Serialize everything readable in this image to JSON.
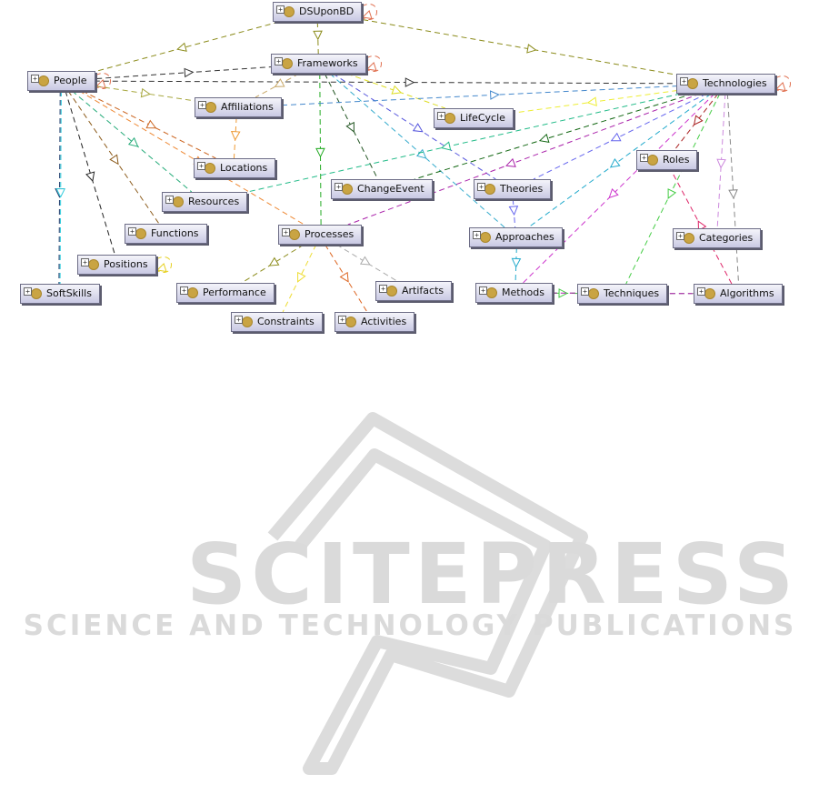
{
  "colors": {
    "node_fill_top": "#f4f4fa",
    "node_fill_bottom": "#c9c9e3",
    "node_border": "#6d6d86",
    "node_dot": "#c9a443",
    "watermark": "#dadada"
  },
  "icons": {
    "expand": "plus-box-icon",
    "class": "class-circle-icon"
  },
  "expand_glyph": "+",
  "watermark": {
    "line1": "SCITEPRESS",
    "line2": "SCIENCE AND TECHNOLOGY PUBLICATIONS"
  },
  "nodes": [
    {
      "id": "dsuponbd",
      "label": "DSUponBD"
    },
    {
      "id": "frameworks",
      "label": "Frameworks"
    },
    {
      "id": "people",
      "label": "People"
    },
    {
      "id": "technologies",
      "label": "Technologies"
    },
    {
      "id": "affiliations",
      "label": "Affiliations"
    },
    {
      "id": "lifecycle",
      "label": "LifeCycle"
    },
    {
      "id": "locations",
      "label": "Locations"
    },
    {
      "id": "roles",
      "label": "Roles"
    },
    {
      "id": "resources",
      "label": "Resources"
    },
    {
      "id": "changeevent",
      "label": "ChangeEvent"
    },
    {
      "id": "theories",
      "label": "Theories"
    },
    {
      "id": "functions",
      "label": "Functions"
    },
    {
      "id": "processes",
      "label": "Processes"
    },
    {
      "id": "approaches",
      "label": "Approaches"
    },
    {
      "id": "categories",
      "label": "Categories"
    },
    {
      "id": "positions",
      "label": "Positions"
    },
    {
      "id": "softskills",
      "label": "SoftSkills"
    },
    {
      "id": "performance",
      "label": "Performance"
    },
    {
      "id": "artifacts",
      "label": "Artifacts"
    },
    {
      "id": "methods",
      "label": "Methods"
    },
    {
      "id": "techniques",
      "label": "Techniques"
    },
    {
      "id": "algorithms",
      "label": "Algorithms"
    },
    {
      "id": "constraints",
      "label": "Constraints"
    },
    {
      "id": "activities",
      "label": "Activities"
    }
  ],
  "edges": [
    {
      "from": "dsuponbd",
      "to": "people",
      "color": "#8b8b1a"
    },
    {
      "from": "dsuponbd",
      "to": "frameworks",
      "color": "#8b8b1a"
    },
    {
      "from": "dsuponbd",
      "to": "technologies",
      "color": "#8b8b1a"
    },
    {
      "from": "dsuponbd",
      "to": "dsuponbd",
      "color": "#e07050"
    },
    {
      "from": "frameworks",
      "to": "frameworks",
      "color": "#e07050"
    },
    {
      "from": "people",
      "to": "people",
      "color": "#e07050"
    },
    {
      "from": "technologies",
      "to": "technologies",
      "color": "#e07050"
    },
    {
      "from": "positions",
      "to": "positions",
      "color": "#e6d020"
    },
    {
      "from": "people",
      "to": "frameworks",
      "color": "#333333"
    },
    {
      "from": "people",
      "to": "technologies",
      "color": "#333333"
    },
    {
      "from": "people",
      "to": "affiliations",
      "color": "#a8a840"
    },
    {
      "from": "people",
      "to": "locations",
      "color": "#cc6622"
    },
    {
      "from": "people",
      "to": "resources",
      "color": "#22aa77"
    },
    {
      "from": "people",
      "to": "functions",
      "color": "#8b5a1a"
    },
    {
      "from": "people",
      "to": "positions",
      "color": "#222222"
    },
    {
      "from": "people",
      "to": "softskills",
      "color": "#1a3a6b"
    },
    {
      "from": "people",
      "to": "softskills",
      "color": "#33ccdd"
    },
    {
      "from": "people",
      "to": "processes",
      "color": "#ee8833"
    },
    {
      "from": "frameworks",
      "to": "affiliations",
      "color": "#c8a868"
    },
    {
      "from": "frameworks",
      "to": "lifecycle",
      "color": "#dddd22"
    },
    {
      "from": "frameworks",
      "to": "changeevent",
      "color": "#225522"
    },
    {
      "from": "frameworks",
      "to": "theories",
      "color": "#5555dd"
    },
    {
      "from": "frameworks",
      "to": "approaches",
      "color": "#33aacc"
    },
    {
      "from": "frameworks",
      "to": "processes",
      "color": "#22aa22"
    },
    {
      "from": "affiliations",
      "to": "locations",
      "color": "#ee9933"
    },
    {
      "from": "affiliations",
      "to": "technologies",
      "color": "#4488cc"
    },
    {
      "from": "technologies",
      "to": "lifecycle",
      "color": "#eeee33"
    },
    {
      "from": "technologies",
      "to": "resources",
      "color": "#22bb88"
    },
    {
      "from": "technologies",
      "to": "changeevent",
      "color": "#116611"
    },
    {
      "from": "technologies",
      "to": "theories",
      "color": "#6666ee"
    },
    {
      "from": "technologies",
      "to": "approaches",
      "color": "#22aacc"
    },
    {
      "from": "technologies",
      "to": "roles",
      "color": "#aa2222"
    },
    {
      "from": "technologies",
      "to": "processes",
      "color": "#aa22aa"
    },
    {
      "from": "technologies",
      "to": "methods",
      "color": "#cc33cc"
    },
    {
      "from": "technologies",
      "to": "categories",
      "color": "#cc88dd"
    },
    {
      "from": "technologies",
      "to": "algorithms",
      "color": "#888888"
    },
    {
      "from": "technologies",
      "to": "techniques",
      "color": "#44cc44"
    },
    {
      "from": "theories",
      "to": "approaches",
      "color": "#6666ee"
    },
    {
      "from": "approaches",
      "to": "methods",
      "color": "#22aacc"
    },
    {
      "from": "algorithms",
      "to": "roles",
      "color": "#dd2266"
    },
    {
      "from": "algorithms",
      "to": "methods",
      "color": "#888888"
    },
    {
      "from": "methods",
      "to": "techniques",
      "color": "#44cc44"
    },
    {
      "from": "methods",
      "to": "algorithms",
      "color": "#aa22aa"
    },
    {
      "from": "processes",
      "to": "performance",
      "color": "#8b8b1a"
    },
    {
      "from": "processes",
      "to": "constraints",
      "color": "#eedd33"
    },
    {
      "from": "processes",
      "to": "activities",
      "color": "#dd6622"
    },
    {
      "from": "processes",
      "to": "artifacts",
      "color": "#aaaaaa"
    }
  ]
}
